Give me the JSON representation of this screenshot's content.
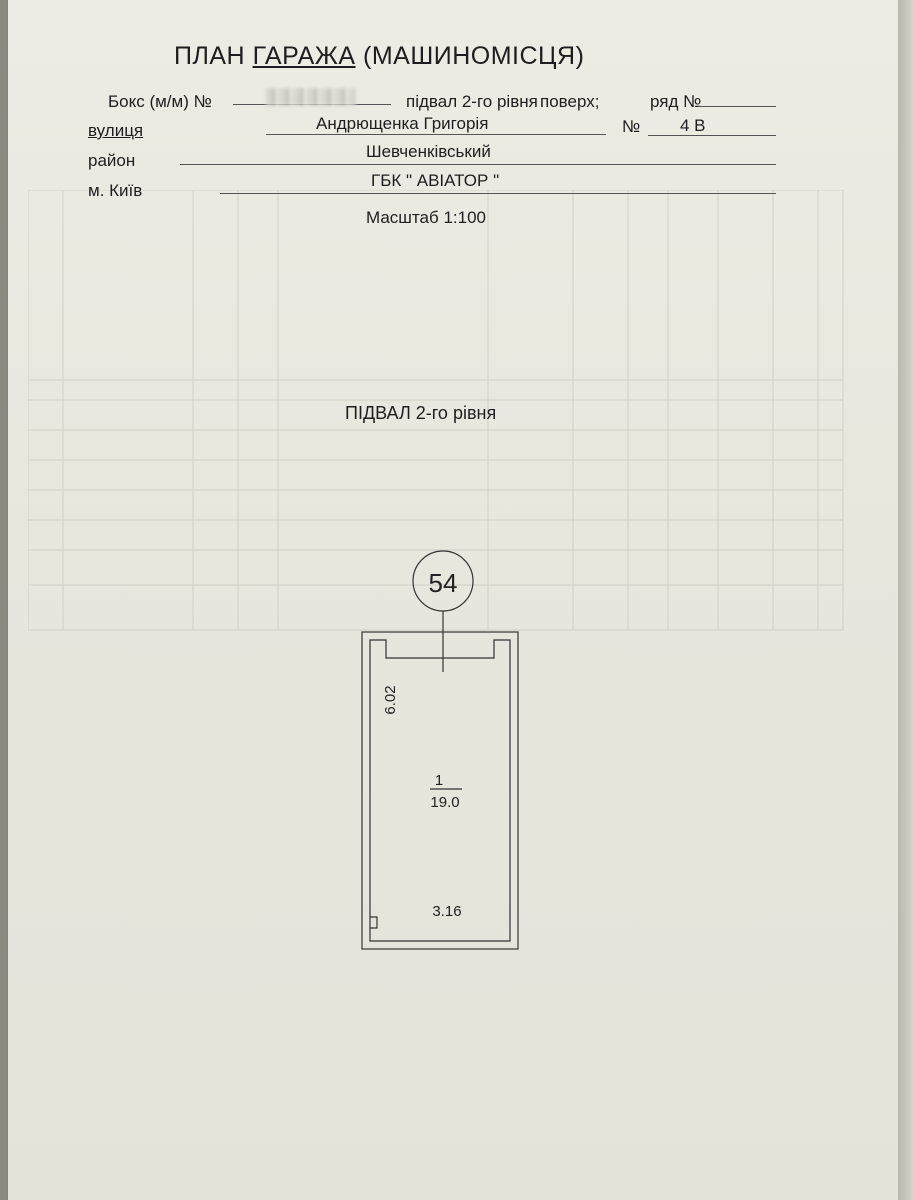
{
  "header": {
    "title_part1": "ПЛАН ",
    "title_part2": "ГАРАЖА",
    "title_part3": " (МАШИНОМІСЦЯ)"
  },
  "form": {
    "box_label": "Бокс (м/м) №",
    "box_value": "",
    "level_value": "підвал 2-го рівня",
    "floor_label": "поверх;",
    "row_label": "ряд №",
    "street_label": "вулиця",
    "street_value": "Андрющенка Григорія",
    "number_label": "№",
    "number_value": "4 В",
    "district_label": "район",
    "district_value": "Шевченківський",
    "city_label": "м. Київ",
    "org_value": "ГБК \" АВІАТОР \"",
    "scale": "Масштаб 1:100"
  },
  "plan": {
    "level_title": "ПІДВАЛ 2-го рівня",
    "box_number": "54",
    "length": "6.02",
    "room_number": "1",
    "area": "19.0",
    "width": "3.16"
  }
}
